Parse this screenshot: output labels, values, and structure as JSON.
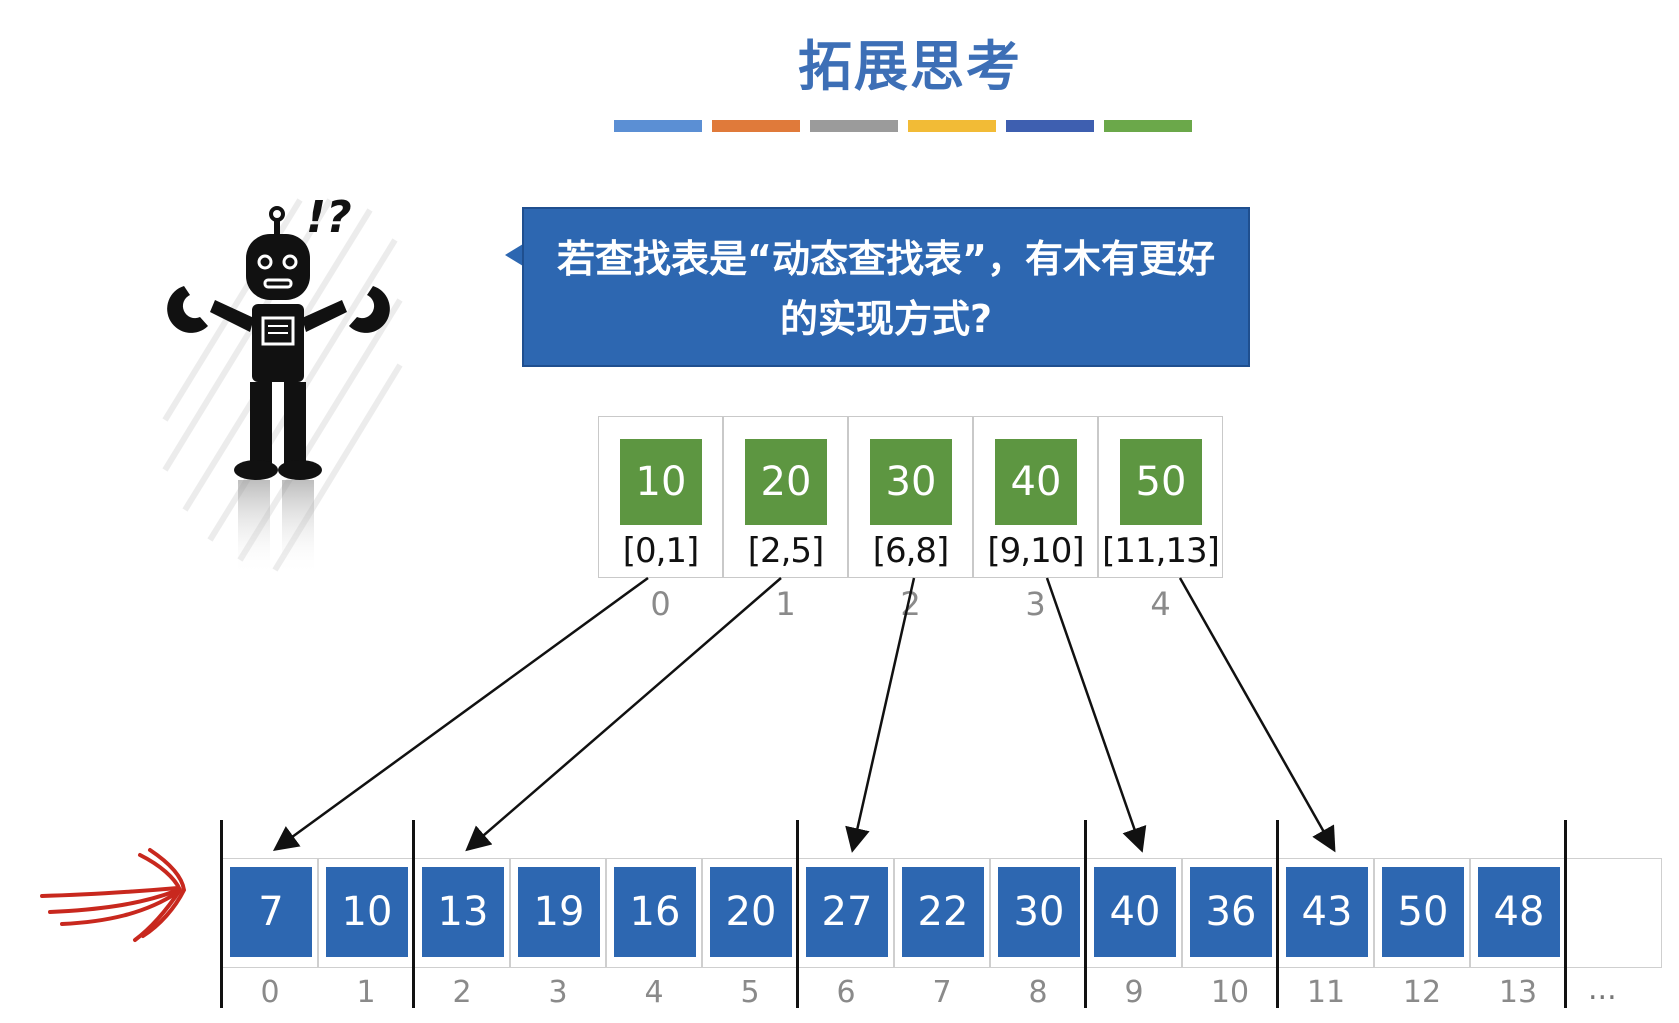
{
  "title": "拓展思考",
  "color_bars": [
    "#5b8fd4",
    "#e07a3a",
    "#9b9b9b",
    "#f2bb36",
    "#3e5fb0",
    "#6ba84a"
  ],
  "bubble": {
    "line1": "若查找表是“动态查找表”，有木有更好",
    "line2": "的实现方式?"
  },
  "robot": {
    "label": "!?"
  },
  "index_table": [
    {
      "max": "10",
      "range": "[0,1]",
      "index": "0"
    },
    {
      "max": "20",
      "range": "[2,5]",
      "index": "1"
    },
    {
      "max": "30",
      "range": "[6,8]",
      "index": "2"
    },
    {
      "max": "40",
      "range": "[9,10]",
      "index": "3"
    },
    {
      "max": "50",
      "range": "[11,13]",
      "index": "4"
    }
  ],
  "array": [
    {
      "value": "7",
      "index": "0"
    },
    {
      "value": "10",
      "index": "1"
    },
    {
      "value": "13",
      "index": "2"
    },
    {
      "value": "19",
      "index": "3"
    },
    {
      "value": "16",
      "index": "4"
    },
    {
      "value": "20",
      "index": "5"
    },
    {
      "value": "27",
      "index": "6"
    },
    {
      "value": "22",
      "index": "7"
    },
    {
      "value": "30",
      "index": "8"
    },
    {
      "value": "40",
      "index": "9"
    },
    {
      "value": "36",
      "index": "10"
    },
    {
      "value": "43",
      "index": "11"
    },
    {
      "value": "50",
      "index": "12"
    },
    {
      "value": "48",
      "index": "13"
    }
  ],
  "array_ellipsis": "...",
  "block_starts": [
    0,
    2,
    6,
    9,
    11
  ],
  "colors": {
    "title": "#3d6fb6",
    "index_box": "#5d9641",
    "array_box": "#2d67b1",
    "handwritten_arrow": "#c8281e"
  }
}
